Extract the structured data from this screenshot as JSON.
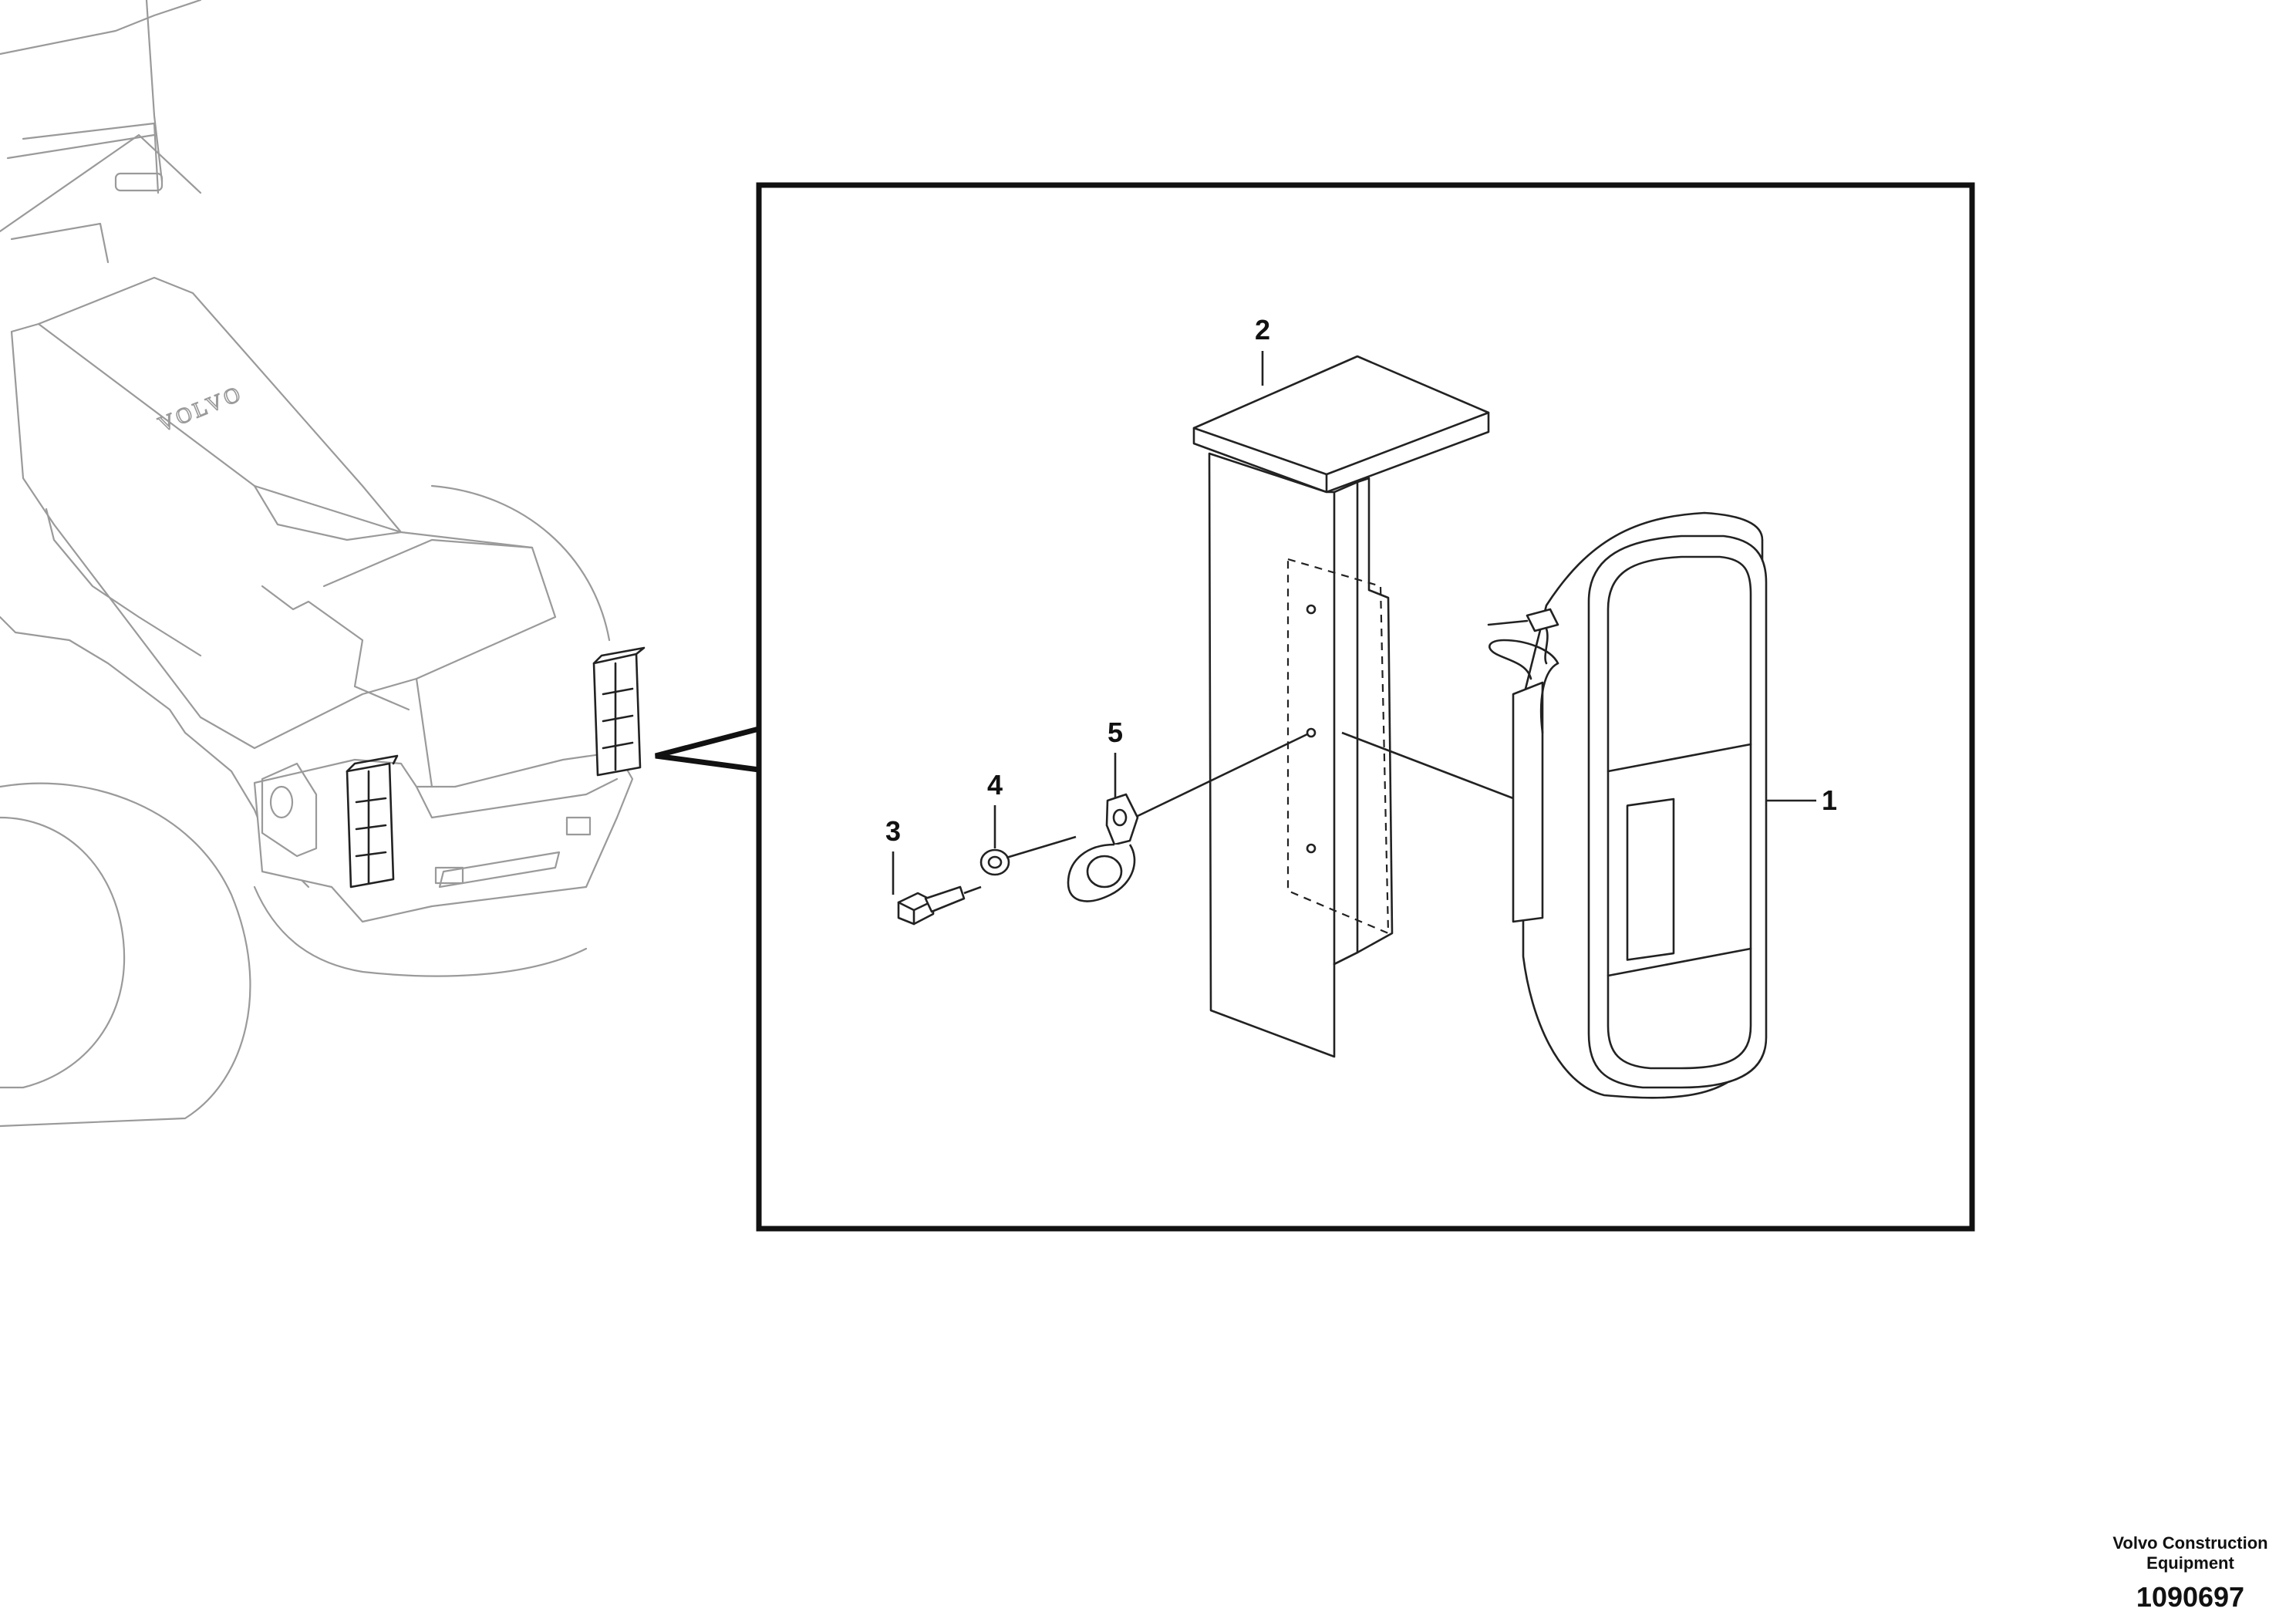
{
  "machine": {
    "hood_logo": "VOLVO"
  },
  "callouts": [
    {
      "id": "1",
      "text": "1"
    },
    {
      "id": "2",
      "text": "2"
    },
    {
      "id": "3",
      "text": "3"
    },
    {
      "id": "4",
      "text": "4"
    },
    {
      "id": "5",
      "text": "5"
    }
  ],
  "footer": {
    "org_line1": "Volvo Construction",
    "org_line2": "Equipment",
    "drawing_number": "1090697"
  }
}
